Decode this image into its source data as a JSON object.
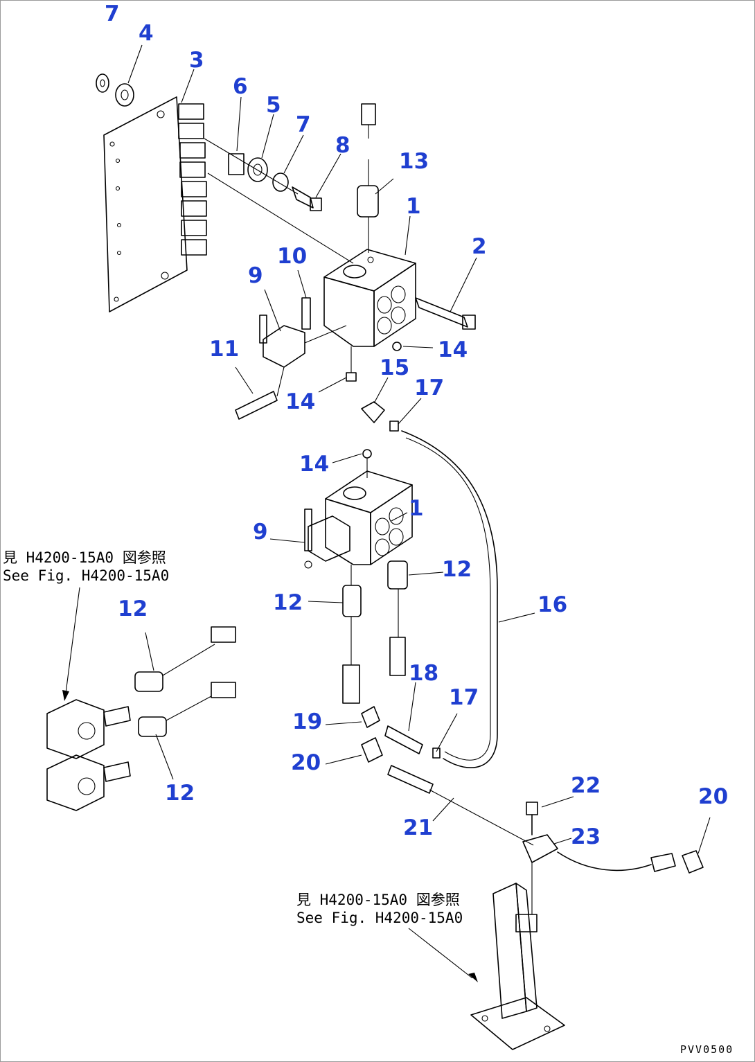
{
  "figure_code": "PVV0500",
  "references": {
    "left": {
      "line1": "見 H4200-15A0 図参照",
      "line2": "See Fig. H4200-15A0"
    },
    "bottom": {
      "line1": "見 H4200-15A0 図参照",
      "line2": "See Fig. H4200-15A0"
    }
  },
  "callouts": [
    {
      "id": "c1",
      "label": "7"
    },
    {
      "id": "c2",
      "label": "4"
    },
    {
      "id": "c3",
      "label": "3"
    },
    {
      "id": "c4",
      "label": "6"
    },
    {
      "id": "c5",
      "label": "5"
    },
    {
      "id": "c6",
      "label": "7"
    },
    {
      "id": "c7",
      "label": "8"
    },
    {
      "id": "c8",
      "label": "13"
    },
    {
      "id": "c9",
      "label": "1"
    },
    {
      "id": "c10",
      "label": "2"
    },
    {
      "id": "c11",
      "label": "10"
    },
    {
      "id": "c12",
      "label": "9"
    },
    {
      "id": "c13",
      "label": "11"
    },
    {
      "id": "c14",
      "label": "14"
    },
    {
      "id": "c15",
      "label": "14"
    },
    {
      "id": "c16",
      "label": "15"
    },
    {
      "id": "c17",
      "label": "17"
    },
    {
      "id": "c18",
      "label": "14"
    },
    {
      "id": "c19",
      "label": "1"
    },
    {
      "id": "c20",
      "label": "9"
    },
    {
      "id": "c21",
      "label": "12"
    },
    {
      "id": "c22",
      "label": "12"
    },
    {
      "id": "c23",
      "label": "16"
    },
    {
      "id": "c24",
      "label": "12"
    },
    {
      "id": "c25",
      "label": "18"
    },
    {
      "id": "c26",
      "label": "17"
    },
    {
      "id": "c27",
      "label": "19"
    },
    {
      "id": "c28",
      "label": "20"
    },
    {
      "id": "c29",
      "label": "12"
    },
    {
      "id": "c30",
      "label": "22"
    },
    {
      "id": "c31",
      "label": "20"
    },
    {
      "id": "c32",
      "label": "23"
    },
    {
      "id": "c33",
      "label": "21"
    }
  ]
}
